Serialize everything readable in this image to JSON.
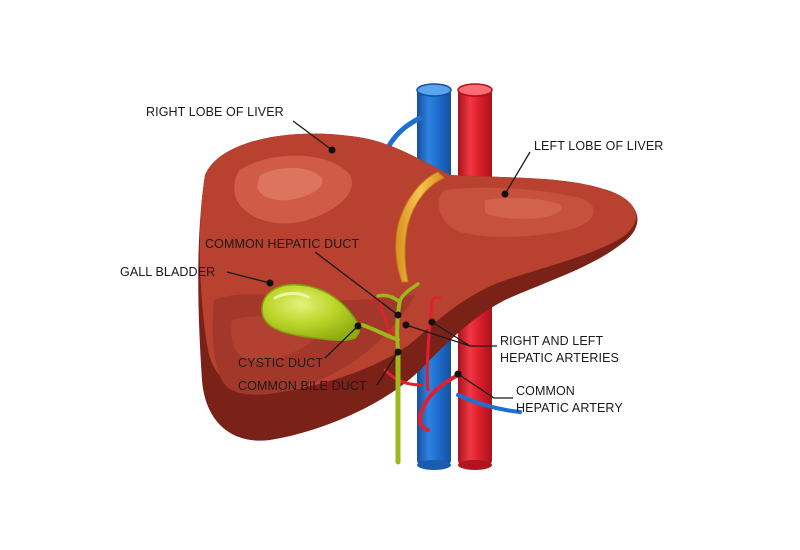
{
  "diagram": {
    "labels": {
      "right_lobe": "RIGHT LOBE OF LIVER",
      "left_lobe": "LEFT LOBE OF LIVER",
      "common_hepatic_duct": "COMMON HEPATIC DUCT",
      "gall_bladder": "GALL BLADDER",
      "cystic_duct": "CYSTIC DUCT",
      "common_bile_duct": "COMMON BILE DUCT",
      "hepatic_arteries_line1": "RIGHT AND LEFT",
      "hepatic_arteries_line2": "HEPATIC ARTERIES",
      "common_hepatic_artery_line1": "COMMON",
      "common_hepatic_artery_line2": "HEPATIC ARTERY"
    },
    "colors": {
      "liver": "#b8412f",
      "liver_dark": "#7a2217",
      "liver_shadow": "#8f2a1c",
      "liver_highlight": "#d4604a",
      "ligament": "#f2b23a",
      "gallbladder": "#b8d41c",
      "bile_duct": "#9cb81a",
      "vein": "#1f6fd1",
      "vein_light": "#5aa3ee",
      "artery": "#e0202e",
      "artery_light": "#ff5a66"
    }
  }
}
